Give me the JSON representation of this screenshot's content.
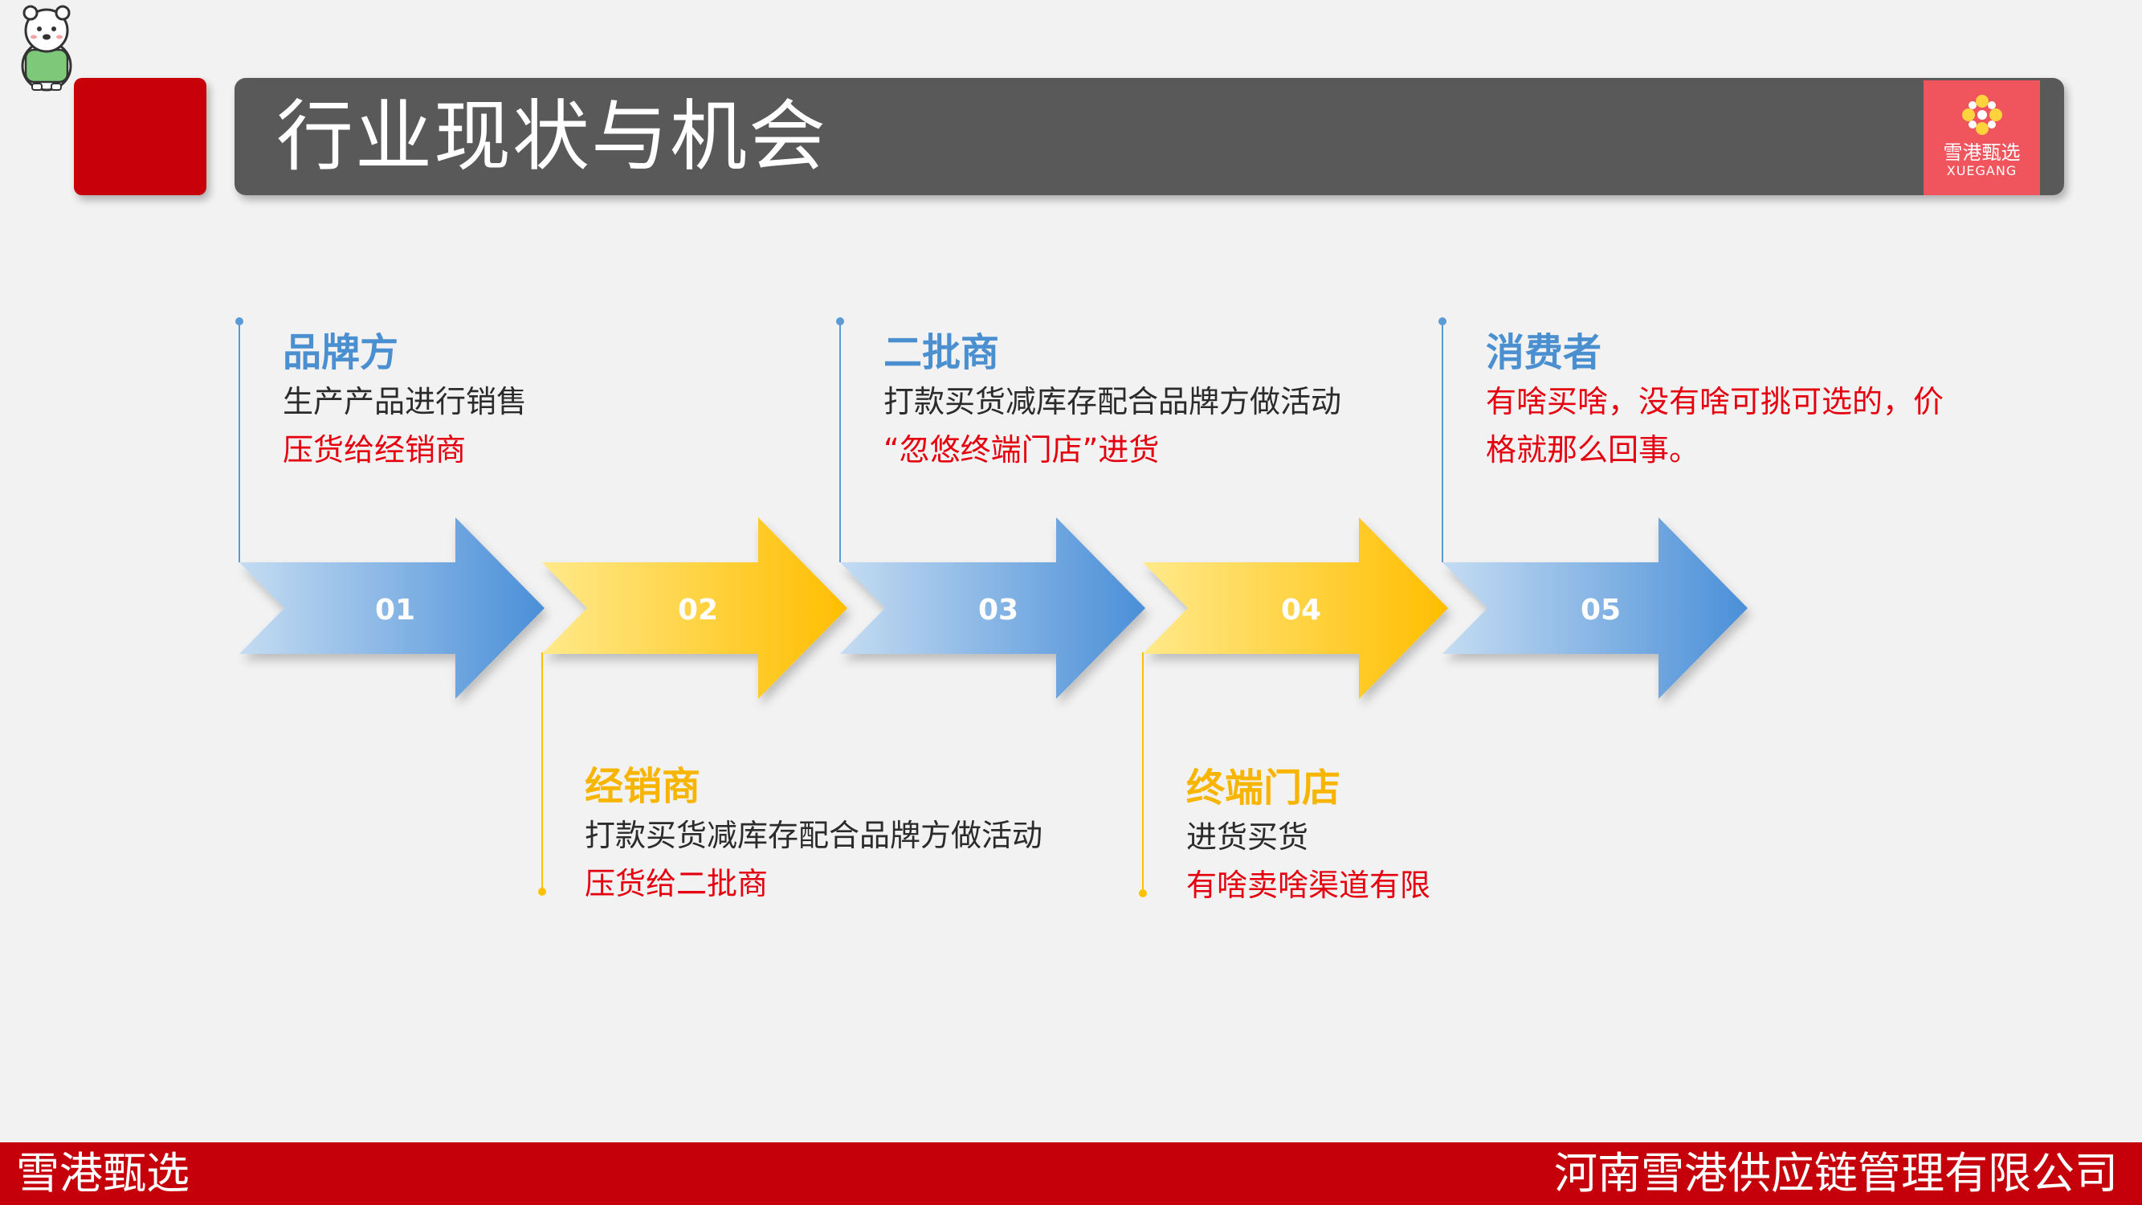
{
  "header": {
    "title": "行业现状与机会",
    "logo_name": "雪港甄选",
    "logo_sub": "XUEGANG"
  },
  "accent_colors": {
    "brand_red": "#c8000a",
    "title_bar": "#595959",
    "arrow_blue": "#5b9bd5",
    "arrow_yellow": "#ffc000",
    "highlight_red": "#e4000f"
  },
  "steps": [
    {
      "num": "01",
      "color": "blue"
    },
    {
      "num": "02",
      "color": "yellow"
    },
    {
      "num": "03",
      "color": "blue"
    },
    {
      "num": "04",
      "color": "yellow"
    },
    {
      "num": "05",
      "color": "blue"
    }
  ],
  "callouts": {
    "brand": {
      "title": "品牌方",
      "line1": "生产产品进行销售",
      "line2": "压货给经销商"
    },
    "distributor": {
      "title": "经销商",
      "line1": "打款买货减库存配合品牌方做活动",
      "line2": "压货给二批商"
    },
    "wholesaler": {
      "title": "二批商",
      "line1": "打款买货减库存配合品牌方做活动",
      "line2": "“忽悠终端门店”进货"
    },
    "store": {
      "title": "终端门店",
      "line1": "进货买货",
      "line2": "有啥卖啥渠道有限"
    },
    "consumer": {
      "title": "消费者",
      "line1": "有啥买啥，没有啥可挑可选的，价",
      "line2": "格就那么回事。"
    }
  },
  "footer": {
    "left": "雪港甄选",
    "right": "河南雪港供应链管理有限公司"
  }
}
